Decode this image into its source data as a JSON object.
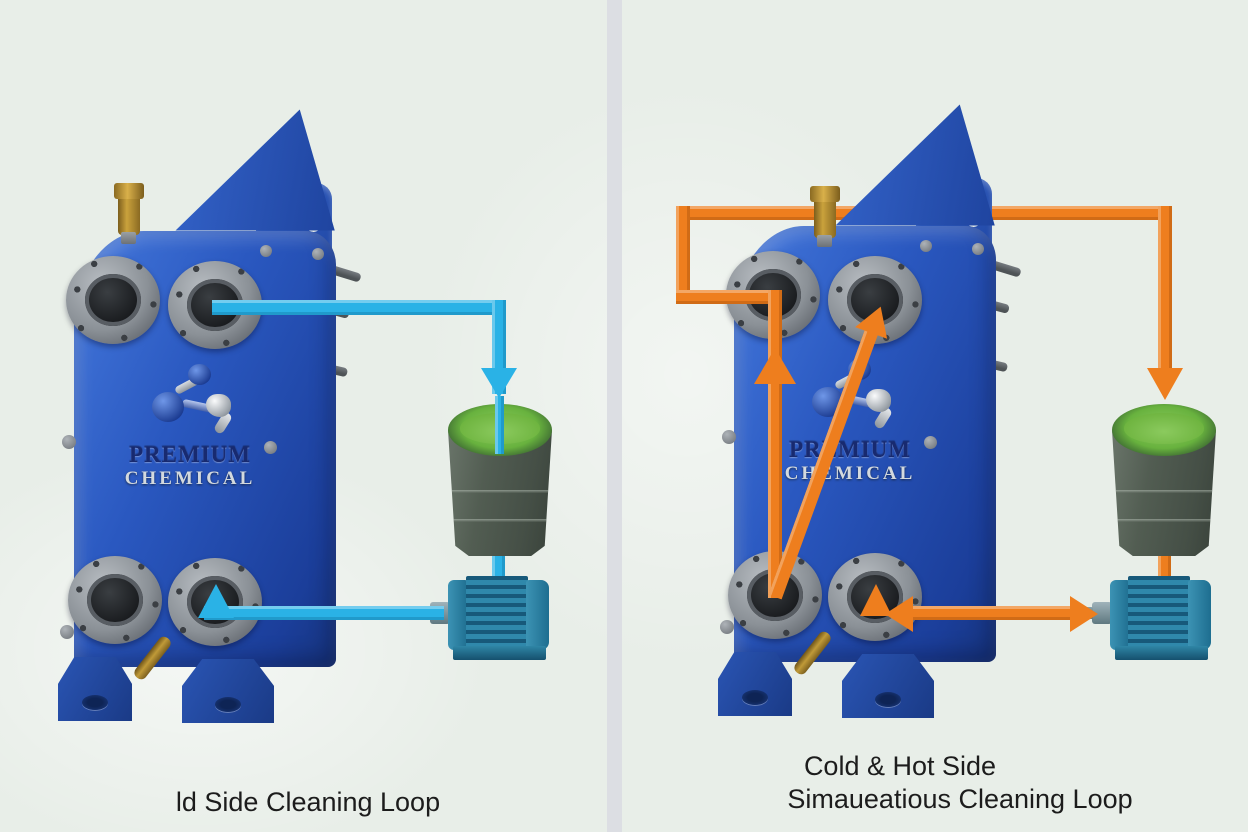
{
  "branding": {
    "line1": "PREMIUM",
    "line2": "CHEMICAL"
  },
  "left_panel": {
    "caption": "ld Side Cleaning Loop",
    "loop_name": "cold-side-cleaning-loop",
    "loop_color": "#2ab2e6"
  },
  "right_panel": {
    "caption_line1": "Cold & Hot Side",
    "caption_line2": "Simaueatious Cleaning Loop",
    "loop_name": "cold-and-hot-side-simultaneous-cleaning-loop",
    "loop_color": "#ee7e1e"
  },
  "equipment": {
    "heat_exchanger": "plate-heat-exchanger",
    "tank": "chemical-solution-tank",
    "pump": "circulation-pump"
  },
  "colors": {
    "background": "#e8eee8",
    "divider": "#dcdee3",
    "exchanger_blue": "#2a58c0",
    "tank_green": "#68b23e",
    "pump_teal": "#2f88ab",
    "brass": "#c09a38"
  }
}
